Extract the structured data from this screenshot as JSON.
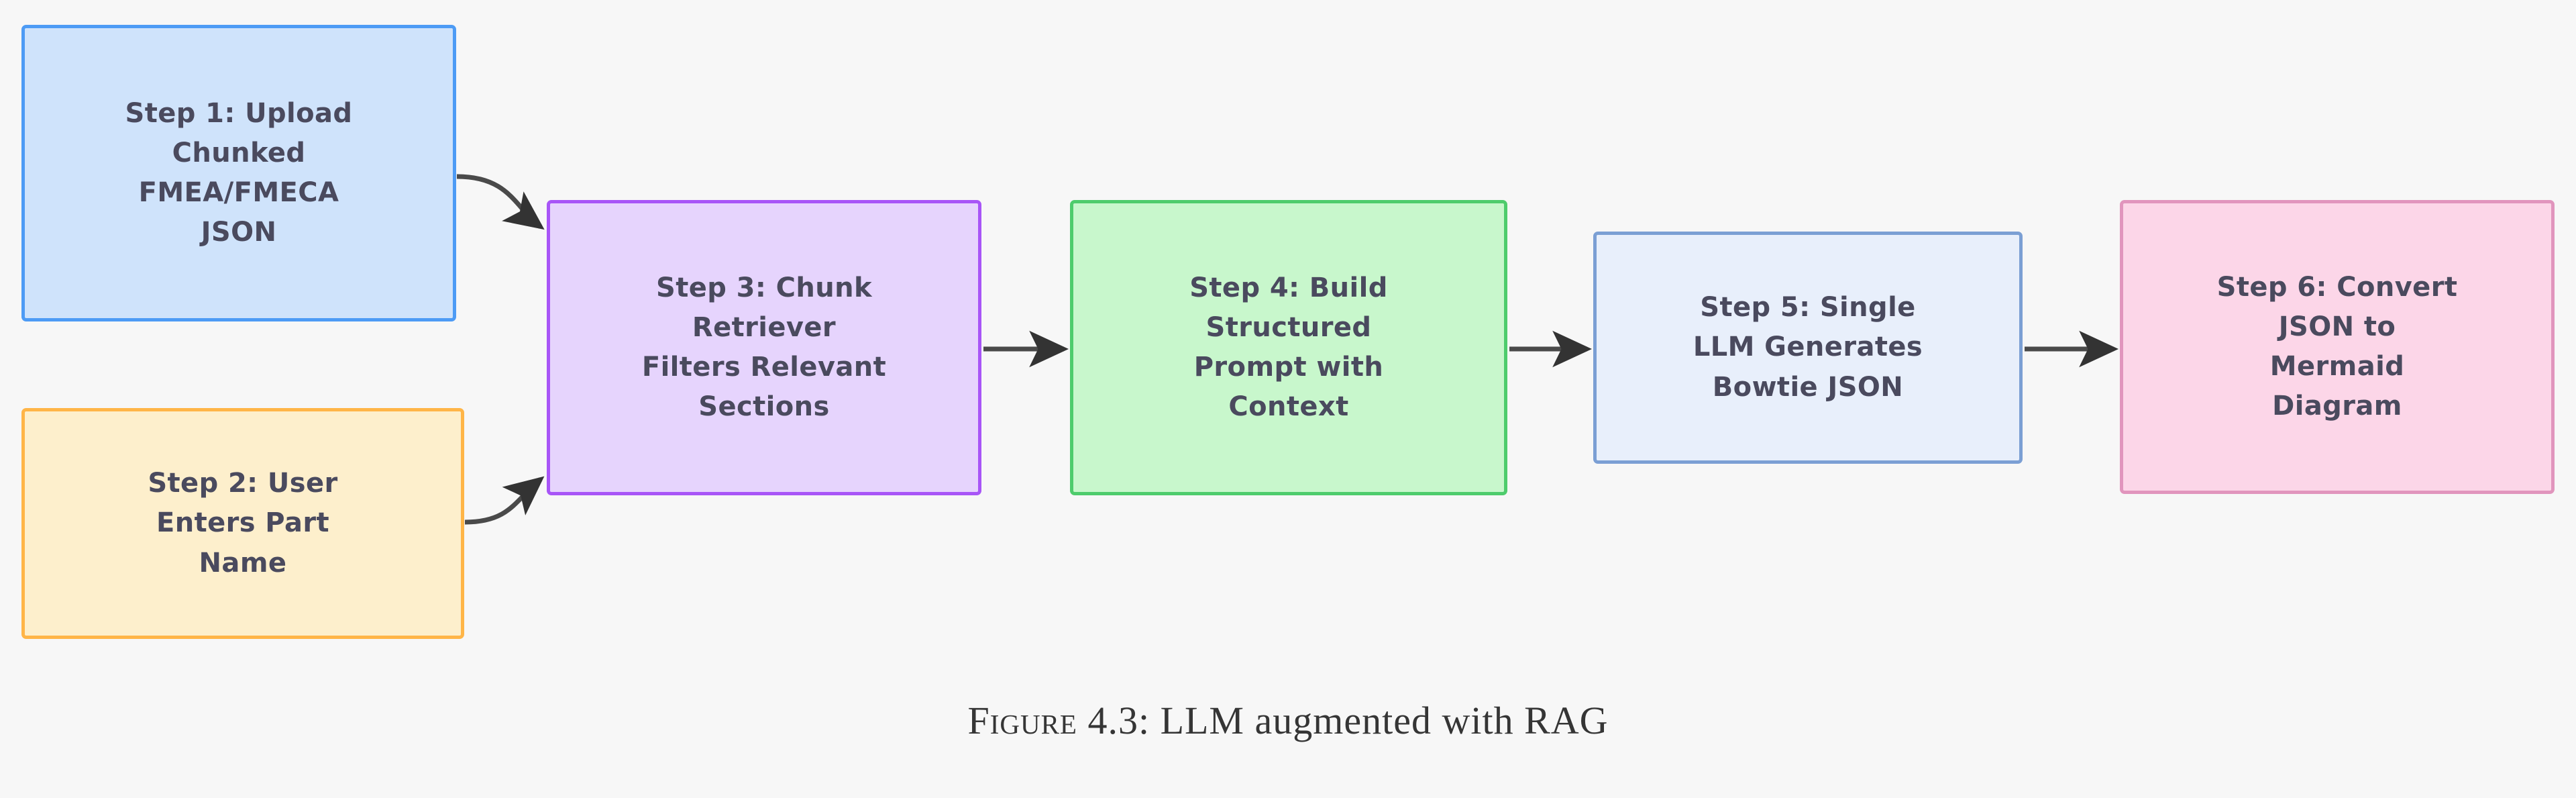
{
  "figure": {
    "caption_prefix": "Figure 4.3:",
    "caption_text": "LLM augmented with RAG",
    "background_color": "#f7f7f7"
  },
  "diagram": {
    "type": "flowchart",
    "direction": "left-to-right",
    "nodes": [
      {
        "id": "step1",
        "label": "Step 1: Upload\nChunked\nFMEA/FMECA\nJSON",
        "fill": "#cfe3fb",
        "border": "#4d9bf5",
        "text_color": "#4a4a5e"
      },
      {
        "id": "step2",
        "label": "Step 2: User\nEnters Part\nName",
        "fill": "#fdefcc",
        "border": "#ffb547",
        "text_color": "#4a4a5e"
      },
      {
        "id": "step3",
        "label": "Step 3: Chunk\nRetriever\nFilters Relevant\nSections",
        "fill": "#e6d4fd",
        "border": "#a855f7",
        "text_color": "#4a4a5e"
      },
      {
        "id": "step4",
        "label": "Step 4: Build\nStructured\nPrompt with\nContext",
        "fill": "#c8f7cc",
        "border": "#4ecc6c",
        "text_color": "#4a4a5e"
      },
      {
        "id": "step5",
        "label": "Step 5: Single\nLLM Generates\nBowtie JSON",
        "fill": "#e8effb",
        "border": "#7b9fd4",
        "text_color": "#4a4a5e"
      },
      {
        "id": "step6",
        "label": "Step 6: Convert\nJSON to\nMermaid\nDiagram",
        "fill": "#fcd6e8",
        "border": "#e195bd",
        "text_color": "#4a4a5e"
      }
    ],
    "edges": [
      {
        "id": "e1",
        "from": "step1",
        "to": "step3",
        "style": "curved",
        "arrow": "triangle"
      },
      {
        "id": "e2",
        "from": "step2",
        "to": "step3",
        "style": "curved",
        "arrow": "triangle"
      },
      {
        "id": "e3",
        "from": "step3",
        "to": "step4",
        "style": "straight",
        "arrow": "triangle"
      },
      {
        "id": "e4",
        "from": "step4",
        "to": "step5",
        "style": "straight",
        "arrow": "triangle"
      },
      {
        "id": "e5",
        "from": "step5",
        "to": "step6",
        "style": "straight",
        "arrow": "triangle"
      }
    ],
    "edge_color": "#4a4a4a"
  }
}
